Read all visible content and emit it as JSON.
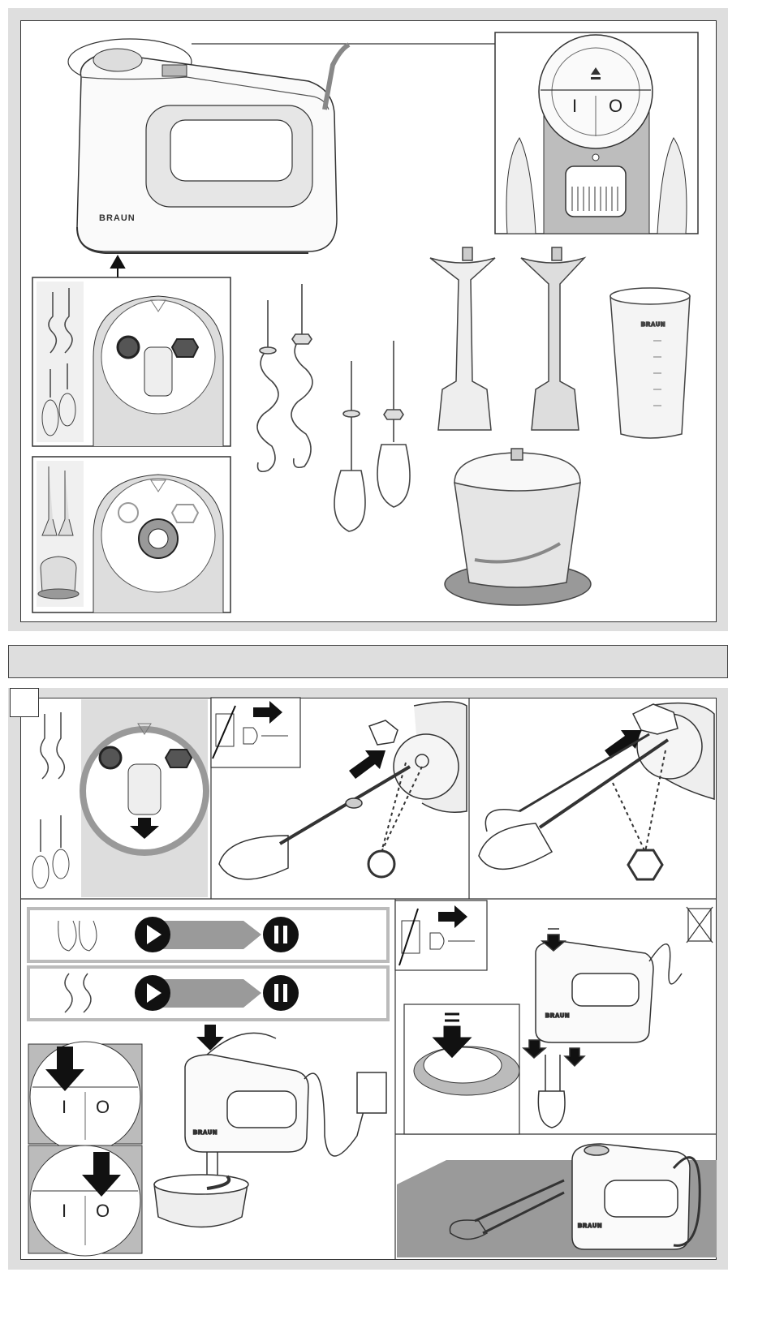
{
  "brand_logo": "BRAUN",
  "switch": {
    "on_symbol": "I",
    "off_symbol": "O"
  },
  "colors": {
    "section_bg": "#dedede",
    "outline": "#333333",
    "arrow": "#111111",
    "speed_bar": "#9a9a9a"
  },
  "icons": [
    "eject-icon",
    "play-icon",
    "pause-icon",
    "plug-icon",
    "arrow-right-icon",
    "arrow-down-icon",
    "rotate-icon",
    "no-water-icon"
  ]
}
